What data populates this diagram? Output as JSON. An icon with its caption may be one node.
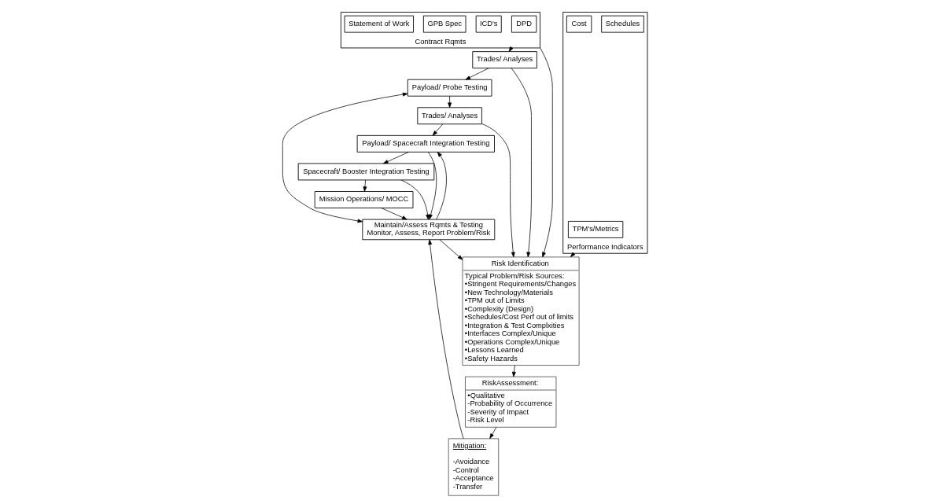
{
  "diagram": {
    "nodes": [
      {
        "text": [
          "Contract Rqmts"
        ]
      },
      {
        "text": [
          "DPD"
        ],
        "in": 0
      },
      {
        "text": [
          "ICD's"
        ],
        "in": 0
      },
      {
        "text": [
          "GPB Spec"
        ],
        "in": 0
      },
      {
        "text": [
          "Statement of Work"
        ],
        "in": 0
      },
      {
        "text": [
          "Trades/ Analyses"
        ]
      },
      {
        "text": [
          "Payload/ Probe Testing"
        ]
      },
      {
        "text": [
          "Trades/ Analyses"
        ]
      },
      {
        "text": [
          "Payload/ Spacecraft Integration Testing"
        ]
      },
      {
        "text": [
          "Spacecraft/ Booster Integration Testing"
        ]
      },
      {
        "text": [
          "Maintain/Assess Rqmts & Testing",
          "Monitor, Assess, Report Problem/Risk"
        ]
      },
      {
        "text": [
          "Mission Operations/ MOCC"
        ]
      },
      {
        "text": [
          "Performance Indicators"
        ]
      },
      {
        "text": [
          "TPM's/Metrics"
        ],
        "in": 12
      },
      {
        "text": [
          "Schedules"
        ],
        "in": 12
      },
      {
        "text": [
          "Cost"
        ],
        "in": 12
      },
      {
        "text": [
          "Risk Identification",
          "Typical Problem/Risk Sources:",
          "•Stringent Requirements/Changes",
          "•New Technology/Materials",
          "•TPM out of Limits",
          "•Complexity (Design)",
          "•Schedules/Cost Perf out of limits",
          "•Integration & Test Complxities",
          "•Interfaces Complex/Unique",
          "•Operations Complex/Unique",
          "•Lessons Learned",
          "•Safety Hazards"
        ]
      },
      {
        "text": [
          "RiskAssessment:",
          "•Qualitative",
          "-Probability of Occurrence",
          "-Severity of Impact",
          "-Risk Level"
        ]
      },
      {
        "text": [
          "Mitigation:",
          "-Avoidance",
          "-Control",
          "-Acceptance",
          "-Transfer"
        ]
      }
    ],
    "edges": [
      {
        "from": 0,
        "to": 5,
        "arrow": "to"
      },
      {
        "from": 5,
        "to": 6,
        "arrow": "to"
      },
      {
        "from": 6,
        "to": 7,
        "arrow": "to"
      },
      {
        "from": 7,
        "to": 8,
        "arrow": "to"
      },
      {
        "from": 8,
        "to": 9,
        "arrow": "to"
      },
      {
        "from": 5,
        "to": 16,
        "arrow": "to"
      },
      {
        "from": 7,
        "to": 16,
        "arrow": "to"
      },
      {
        "from": 0,
        "to": 16,
        "arrow": "to"
      },
      {
        "from": 6,
        "to": 10,
        "arrow": "both"
      },
      {
        "from": 10,
        "to": 8,
        "arrow": "to"
      },
      {
        "from": 8,
        "to": 10,
        "arrow": "to"
      },
      {
        "from": 9,
        "to": 10,
        "arrow": "to"
      },
      {
        "from": 9,
        "to": 11,
        "arrow": "to"
      },
      {
        "from": 11,
        "to": 10,
        "arrow": "to"
      },
      {
        "from": 18,
        "to": 10,
        "arrow": "to"
      },
      {
        "from": 10,
        "to": 16,
        "arrow": "to"
      },
      {
        "from": 12,
        "to": 16,
        "arrow": "to"
      },
      {
        "from": 16,
        "to": 17,
        "arrow": "to"
      },
      {
        "from": 17,
        "to": 18,
        "arrow": "to"
      }
    ]
  }
}
